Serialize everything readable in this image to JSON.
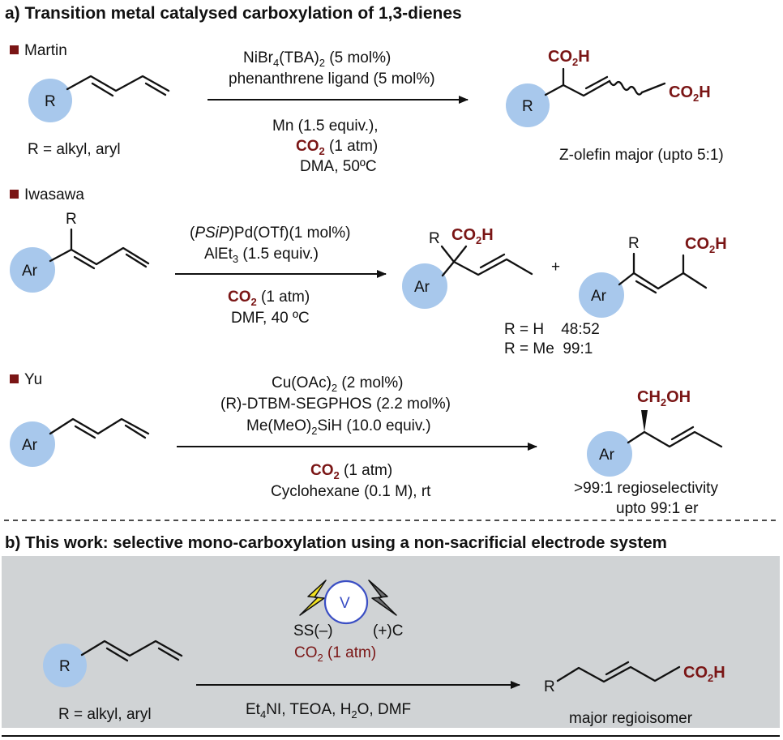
{
  "colors": {
    "accent_red": "#7a1515",
    "group_blue": "#a8c8ec",
    "panel_gray": "#d0d3d5",
    "lightning_yellow": "#f2e21f",
    "lightning_gray": "#6d6e70",
    "voltmeter_ring": "#3a4ec4"
  },
  "section_a": {
    "title": "a) Transition metal catalysed carboxylation of 1,3-dienes",
    "martin": {
      "name": "Martin",
      "substituent": "R",
      "substituent_note": "R = alkyl, aryl",
      "cond1": "NiBr",
      "cond1_sub": "4",
      "cond1_b": "(TBA)",
      "cond1_sub2": "2",
      "cond1_c": " (5 mol%)",
      "cond2": "phenanthrene ligand (5 mol%)",
      "cond3": "Mn (1.5 equiv.),",
      "cond4_a": "CO",
      "cond4_sub": "2",
      "cond4_b": " (1 atm)",
      "cond5": "DMA, 50ºC",
      "product_group": "CO",
      "product_sub": "2",
      "product_end": "H",
      "product_note": "Z-olefin major (upto 5:1)"
    },
    "iwasawa": {
      "name": "Iwasawa",
      "substituent_top": "R",
      "substituent_ring": "Ar",
      "cond1_a": "(",
      "cond1_i": "PSiP",
      "cond1_b": ")Pd(OTf)(1 mol%)",
      "cond2_a": "AlEt",
      "cond2_sub": "3",
      "cond2_b": " (1.5 equiv.)",
      "cond3_a": "CO",
      "cond3_sub": "2",
      "cond3_b": " (1 atm)",
      "cond4": "DMF, 40 ºC",
      "plus": "+",
      "ratio1": "R = H    48:52",
      "ratio2": "R = Me  99:1"
    },
    "yu": {
      "name": "Yu",
      "substituent_ring": "Ar",
      "cond1_a": "Cu(OAc)",
      "cond1_sub": "2",
      "cond1_b": " (2 mol%)",
      "cond2": "(R)-DTBM-SEGPHOS (2.2 mol%)",
      "cond3_a": "Me(MeO)",
      "cond3_sub": "2",
      "cond3_b": "SiH (10.0 equiv.)",
      "cond4_a": "CO",
      "cond4_sub": "2",
      "cond4_b": " (1 atm)",
      "cond5": "Cyclohexane (0.1 M), rt",
      "product_group_a": "CH",
      "product_group_sub": "2",
      "product_group_b": "OH",
      "note1": ">99:1 regioselectivity",
      "note2": "upto 99:1 er"
    }
  },
  "section_b": {
    "title": "b) This work: selective mono-carboxylation using a non-sacrificial electrode system",
    "voltmeter": "V",
    "electrode_left": "SS(–)",
    "electrode_right": "(+)C",
    "cond1_a": "CO",
    "cond1_sub": "2",
    "cond1_b": " (1 atm)",
    "cond2_a": "Et",
    "cond2_sub": "4",
    "cond2_b": "NI, TEOA, H",
    "cond2_sub2": "2",
    "cond2_c": "O, DMF",
    "substituent": "R",
    "substituent_note": "R = alkyl, aryl",
    "product_r": "R",
    "product_group": "CO",
    "product_sub": "2",
    "product_end": "H",
    "product_note": "major regioisomer"
  }
}
